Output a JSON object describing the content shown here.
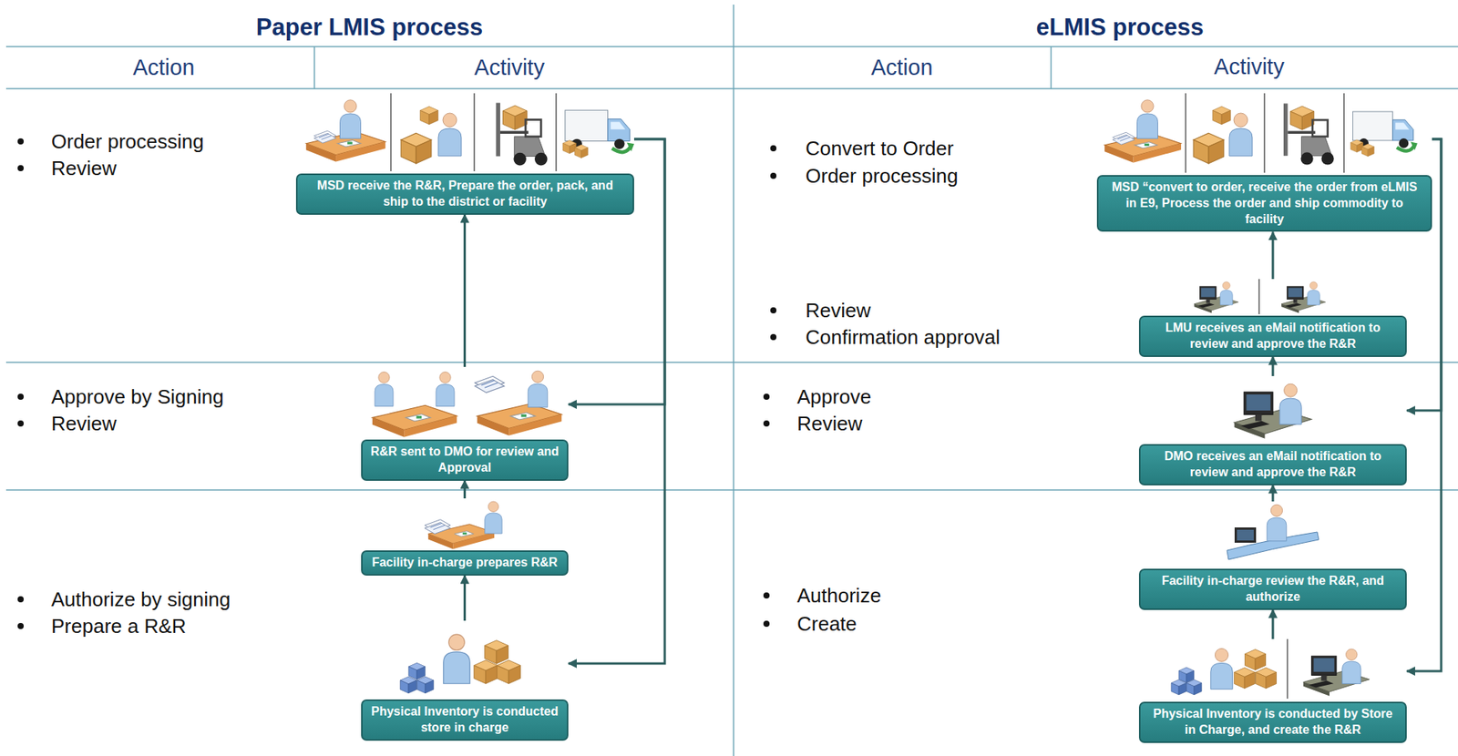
{
  "diagram": {
    "nodes": [
      {
        "text": [
          "MSD receive the R&R, Prepare the order, pack, and ship to the district or facility"
        ]
      },
      {
        "text": [
          "R&R sent to DMO for review and Approval"
        ]
      },
      {
        "text": [
          "Facility in-charge prepares R&R"
        ]
      },
      {
        "text": [
          "Physical Inventory is conducted store in charge"
        ]
      },
      {
        "text": [
          "MSD “convert to order, receive the order from eLMIS in E9, Process the order and ship commodity to facility"
        ]
      },
      {
        "text": [
          "LMU receives an eMail notification to review and approve the R&R"
        ]
      },
      {
        "text": [
          "DMO receives an eMail notification to review and approve the R&R"
        ]
      },
      {
        "text": [
          "Facility in-charge review the R&R, and authorize"
        ]
      },
      {
        "text": [
          "Physical Inventory is conducted by Store in Charge, and create the R&R"
        ]
      }
    ],
    "edges": [
      {
        "from": 3,
        "to": 2,
        "arrow": "to"
      },
      {
        "from": 2,
        "to": 1,
        "arrow": "to"
      },
      {
        "from": 1,
        "to": 0,
        "arrow": "to"
      },
      {
        "from": 0,
        "to": 1,
        "arrow": "to"
      },
      {
        "from": 0,
        "to": 3,
        "arrow": "to"
      },
      {
        "from": 8,
        "to": 7,
        "arrow": "to"
      },
      {
        "from": 7,
        "to": 6,
        "arrow": "to"
      },
      {
        "from": 6,
        "to": 5,
        "arrow": "to"
      },
      {
        "from": 5,
        "to": 4,
        "arrow": "to"
      },
      {
        "from": 4,
        "to": 6,
        "arrow": "to"
      },
      {
        "from": 4,
        "to": 8,
        "arrow": "to"
      }
    ],
    "labels": [
      "Paper LMIS process",
      "eLMIS process",
      "Action",
      "Activity",
      "Action",
      "Activity",
      "Order processing",
      "Review",
      "Approve by Signing",
      "Review",
      "Authorize by signing",
      "Prepare a R&R",
      "Convert to Order",
      "Order processing",
      "Review",
      "Confirmation approval",
      "Approve",
      "Review",
      "Authorize",
      "Create"
    ]
  }
}
